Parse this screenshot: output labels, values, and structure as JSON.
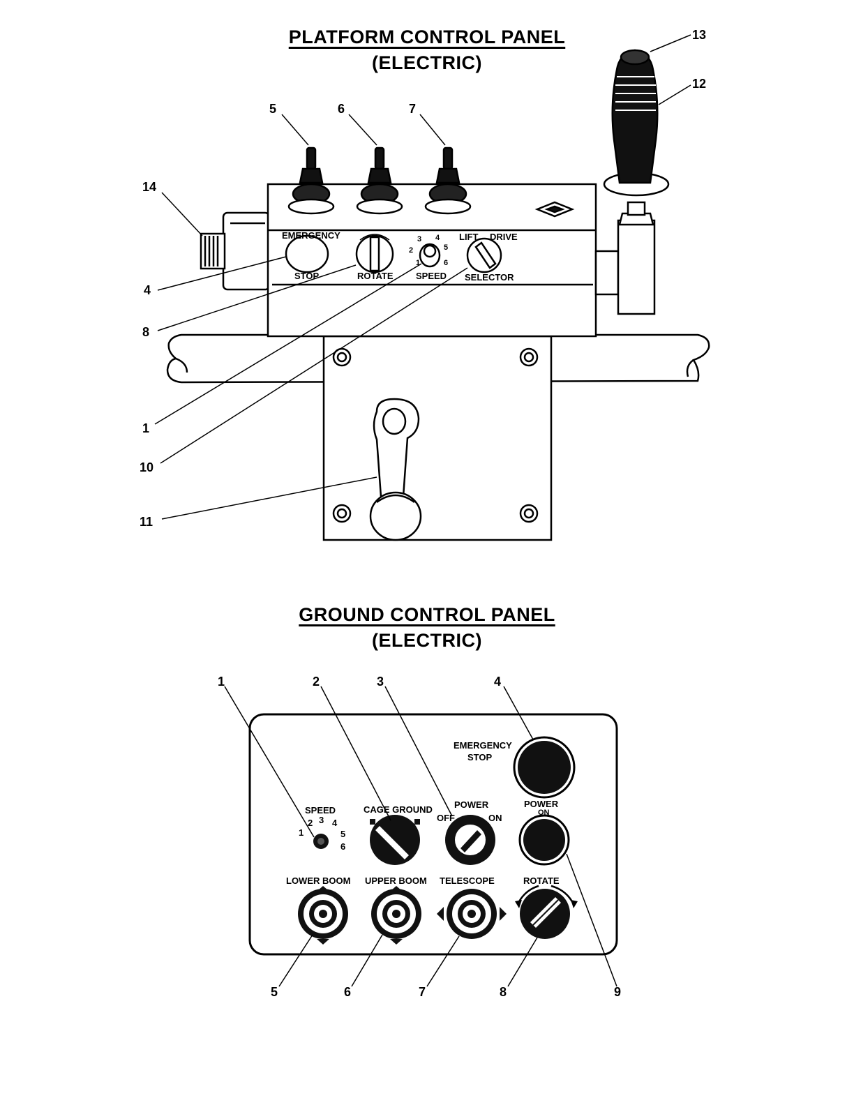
{
  "platform_panel": {
    "title": "PLATFORM CONTROL PANEL",
    "subtitle": "(ELECTRIC)",
    "labels": {
      "emergency": "EMERGENCY",
      "stop": "STOP",
      "rotate": "ROTATE",
      "speed": "SPEED",
      "lift": "LIFT",
      "drive": "DRIVE",
      "selector": "SELECTOR"
    },
    "speed_digits": [
      "1",
      "2",
      "3",
      "4",
      "5",
      "6"
    ],
    "callouts": [
      "1",
      "4",
      "5",
      "6",
      "7",
      "8",
      "10",
      "11",
      "12",
      "13",
      "14"
    ]
  },
  "ground_panel": {
    "title": "GROUND CONTROL PANEL",
    "subtitle": "(ELECTRIC)",
    "labels": {
      "emergency": "EMERGENCY",
      "stop": "STOP",
      "speed": "SPEED",
      "cage_ground": "CAGE GROUND",
      "power": "POWER",
      "off": "OFF",
      "on": "ON",
      "power_on_1": "POWER",
      "power_on_2": "ON",
      "lower_boom": "LOWER BOOM",
      "upper_boom": "UPPER BOOM",
      "telescope": "TELESCOPE",
      "rotate": "ROTATE"
    },
    "speed_digits": [
      "1",
      "2",
      "3",
      "4",
      "5",
      "6"
    ],
    "callouts_top": [
      "1",
      "2",
      "3",
      "4"
    ],
    "callouts_bottom": [
      "5",
      "6",
      "7",
      "8",
      "9"
    ]
  }
}
